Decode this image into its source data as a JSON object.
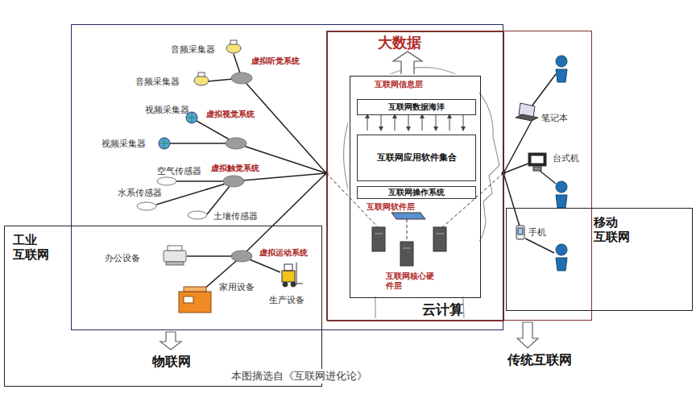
{
  "diagram": {
    "caption": "本图摘选自《互联网进化论》",
    "nodes": [
      {
        "text": [
          "物联网"
        ]
      },
      {
        "text": [
          "传统互联网"
        ]
      },
      {
        "text": [
          "大数据",
          "云计算"
        ],
        "in": 0
      },
      {
        "text": [
          "工业 互联网"
        ]
      },
      {
        "text": [
          "移动 互联网"
        ]
      },
      {
        "text": [
          "互联网信息层",
          "互联网软件层",
          "互联网核心硬件层"
        ],
        "in": 2
      },
      {
        "text": [
          "互联网数据海洋"
        ],
        "in": 5
      },
      {
        "text": [
          "互联网应用软件集合"
        ],
        "in": 5
      },
      {
        "text": [
          "互联网操作系统"
        ],
        "in": 5
      }
    ],
    "labels": [
      "音频采集器",
      "虚拟听觉系统",
      "音频采集器",
      "视频采集器",
      "虚拟视觉系统",
      "视频采集器",
      "空气传感器",
      "虚拟触觉系统",
      "水系传感器",
      "土壤传感器",
      "办公设备",
      "虚拟运动系统",
      "家用设备",
      "生产设备",
      "笔记本",
      "台式机",
      "手机"
    ]
  }
}
